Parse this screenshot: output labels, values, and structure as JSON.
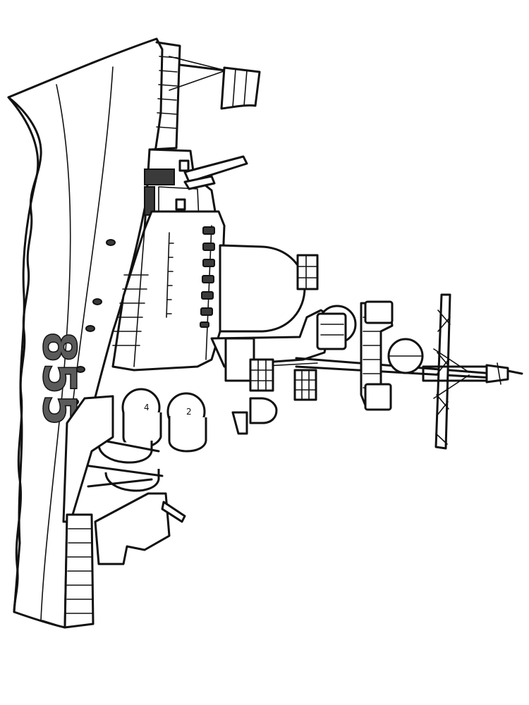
{
  "drawing": {
    "subject": "warship-coloring-page",
    "hull_number": "855",
    "tube_labels": [
      "4",
      "2"
    ],
    "colors": {
      "ink": "#111111",
      "background": "#ffffff",
      "hull_number_fill": "#5a5a5a",
      "dark_panels": "#3a3a3a"
    }
  }
}
